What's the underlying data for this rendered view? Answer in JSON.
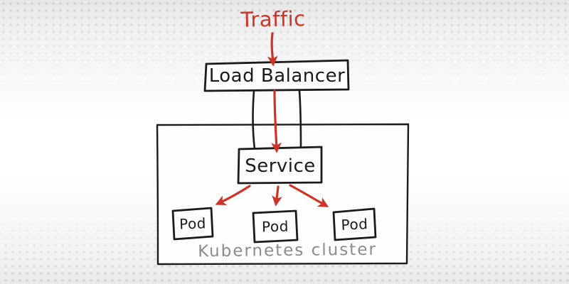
{
  "diagram": {
    "traffic": {
      "label": "Traffic"
    },
    "load_balancer": {
      "label": "Load Balancer"
    },
    "service": {
      "label": "Service"
    },
    "pods": [
      {
        "label": "Pod"
      },
      {
        "label": "Pod"
      },
      {
        "label": "Pod"
      }
    ],
    "cluster": {
      "label": "Kubernetes cluster"
    },
    "colors": {
      "arrow_red": "#cc3428",
      "ink": "#1b1b1b",
      "cluster_label_gray": "#8c8c8c",
      "halftone_dot": "#d8d8d8"
    }
  }
}
